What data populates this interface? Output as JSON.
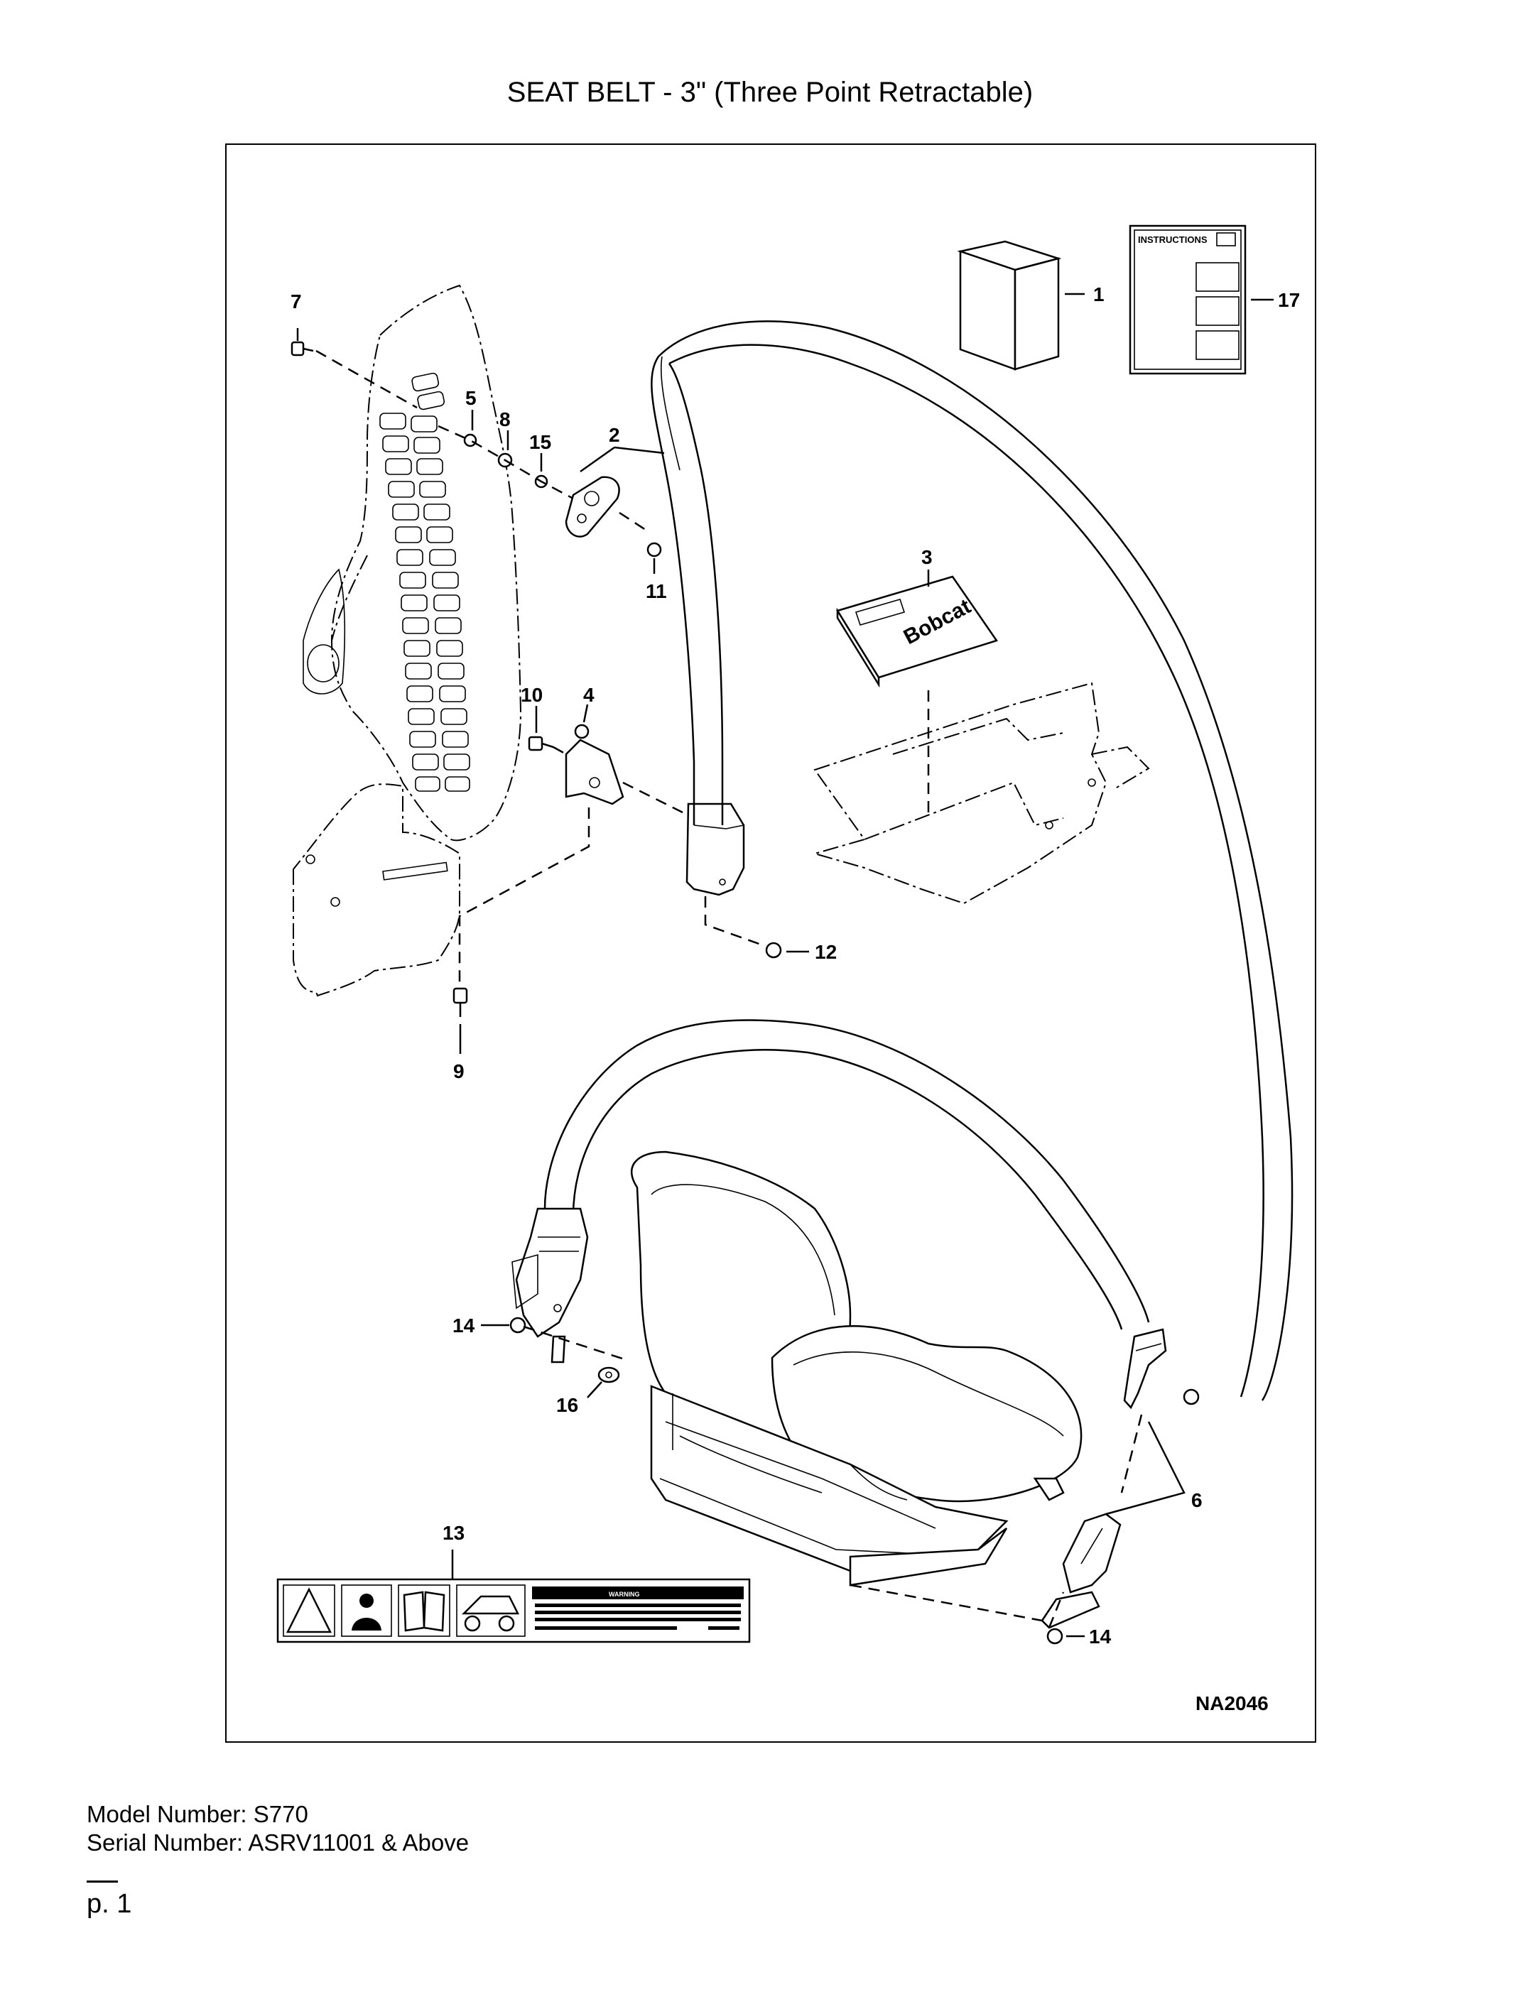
{
  "title": "SEAT BELT - 3\" (Three Point Retractable)",
  "diagram": {
    "drawing_id": "NA2046",
    "instructions_label": "INSTRUCTIONS",
    "decal_warning_label": "WARNING",
    "bobcat_logo_text": "Bobcat",
    "callouts": {
      "c1": "1",
      "c2": "2",
      "c3": "3",
      "c4": "4",
      "c5": "5",
      "c6": "6",
      "c7": "7",
      "c8": "8",
      "c9": "9",
      "c10": "10",
      "c11": "11",
      "c12": "12",
      "c13": "13",
      "c14a": "14",
      "c14b": "14",
      "c15": "15",
      "c16": "16",
      "c17": "17"
    }
  },
  "footer": {
    "model": "Model Number: S770",
    "serial": "Serial Number: ASRV11001 & Above",
    "page": "p. 1"
  }
}
